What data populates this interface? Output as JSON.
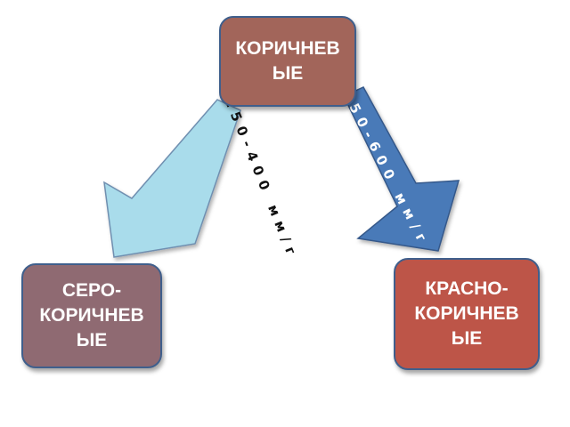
{
  "colors": {
    "top_box": "#a2655a",
    "left_box": "#8f6a72",
    "right_box": "#bd5548",
    "left_arrow": "#a9dceb",
    "right_arrow": "#4a7ab8",
    "box_border": "#3f5f8c"
  },
  "nodes": {
    "top": "КОРИЧНЕВ\nЫЕ",
    "left": "СЕРО-\nКОРИЧНЕВ\nЫЕ",
    "right": "КРАСНО-\nКОРИЧНЕВ\nЫЕ"
  },
  "arrows": {
    "left_label": "250-400 мм/г",
    "right_label": "550-600 мм/г"
  }
}
